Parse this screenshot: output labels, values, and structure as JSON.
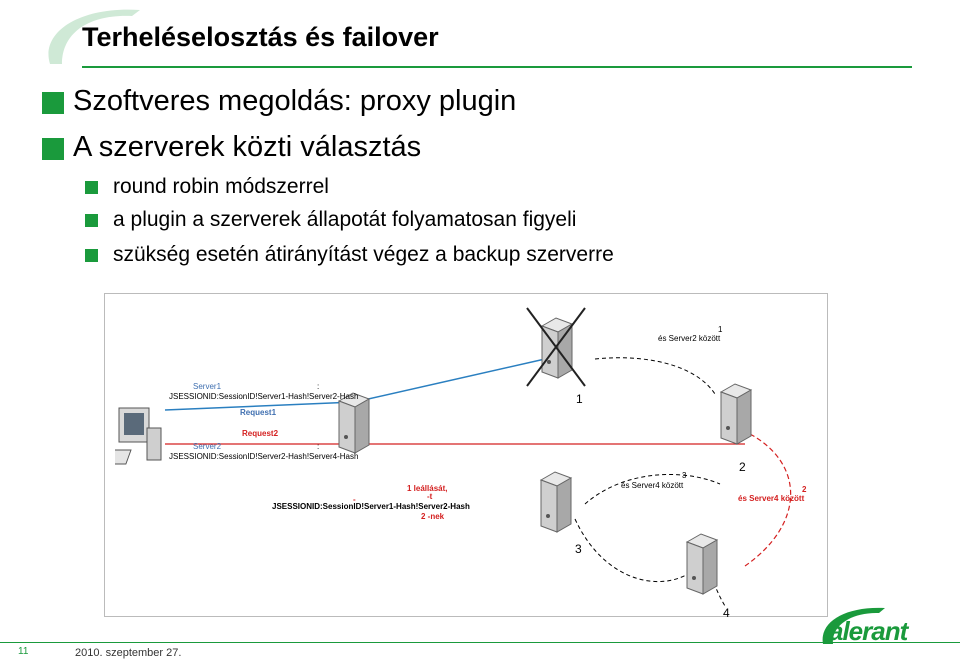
{
  "title": "Terheléselosztás és failover",
  "bullets": [
    {
      "level": 1,
      "text": "Szoftveres megoldás: proxy plugin"
    },
    {
      "level": 1,
      "text": "A szerverek közti választás"
    },
    {
      "level": 2,
      "text": "round robin módszerrel"
    },
    {
      "level": 2,
      "text": "a plugin a szerverek állapotát folyamatosan figyeli"
    },
    {
      "level": 2,
      "text": "szükség esetén átirányítást végez a backup szerverre"
    }
  ],
  "diagram": {
    "server1_label": "Server1",
    "colon1": ":",
    "jsession1": "JSESSIONID:SessionID!Server1-Hash!Server2-Hash",
    "request1": "Request1",
    "request2": "Request2",
    "server2_label": "Server2",
    "colon2": ":",
    "jsession2": "JSESSIONID:SessionID!Server2-Hash!Server4-Hash",
    "num1_top": "1",
    "between_s2_top": "és Server2 között",
    "num_1": "1",
    "num_2": "2",
    "num_3": "3",
    "num_4": "4",
    "num3_small": "3",
    "between_s4_small": "és Server4 között",
    "num2_red": "2",
    "between_s4_red": "és Server4 között",
    "failover_1": "1 leállását,",
    "failover_dash": "-",
    "failover_t": "-t",
    "failover_jsession": "JSESSIONID:SessionID!Server1-Hash!Server2-Hash",
    "failover_nek": "2 -nek"
  },
  "footer": {
    "page_number": "11",
    "date": "2010. szeptember 27.",
    "logo_text": "alerant"
  },
  "colors": {
    "accent_green": "#1a9a3c",
    "request1_blue": "#2a7fc0",
    "request2_red": "#d42020"
  }
}
